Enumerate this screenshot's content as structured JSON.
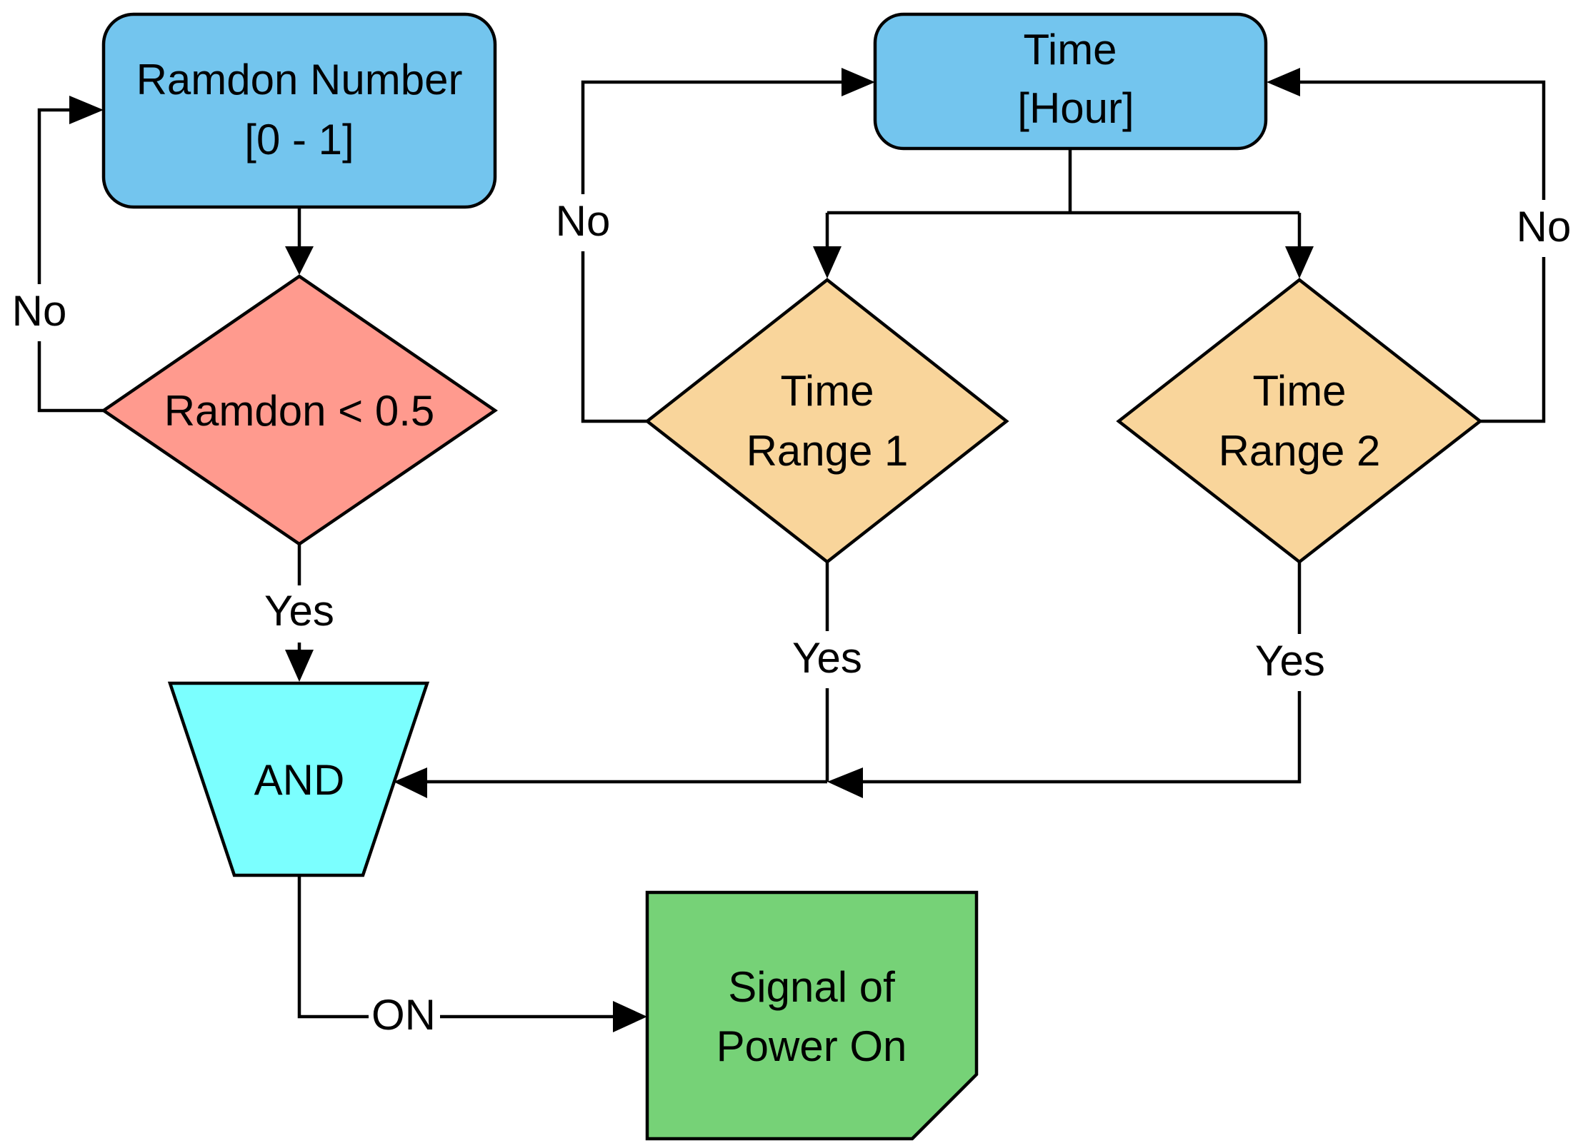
{
  "nodes": {
    "random_number": {
      "lines": [
        "Ramdon Number",
        "[0 - 1]"
      ],
      "color": "#73C5EE"
    },
    "time": {
      "lines": [
        "Time",
        "[Hour]"
      ],
      "color": "#73C5EE"
    },
    "random_check": {
      "lines": [
        "Ramdon < 0.5"
      ],
      "color": "#FF9A8E"
    },
    "time_range_1": {
      "lines": [
        "Time",
        "Range 1"
      ],
      "color": "#F9D59B"
    },
    "time_range_2": {
      "lines": [
        "Time",
        "Range 2"
      ],
      "color": "#F9D59B"
    },
    "and_gate": {
      "lines": [
        "AND"
      ],
      "color": "#7BFFFF"
    },
    "power_on": {
      "lines": [
        "Signal of",
        "Power On"
      ],
      "color": "#76D277"
    }
  },
  "edge_labels": {
    "random_no": "No",
    "random_yes": "Yes",
    "range1_no": "No",
    "range1_yes": "Yes",
    "range2_no": "No",
    "range2_yes": "Yes",
    "and_on": "ON"
  }
}
